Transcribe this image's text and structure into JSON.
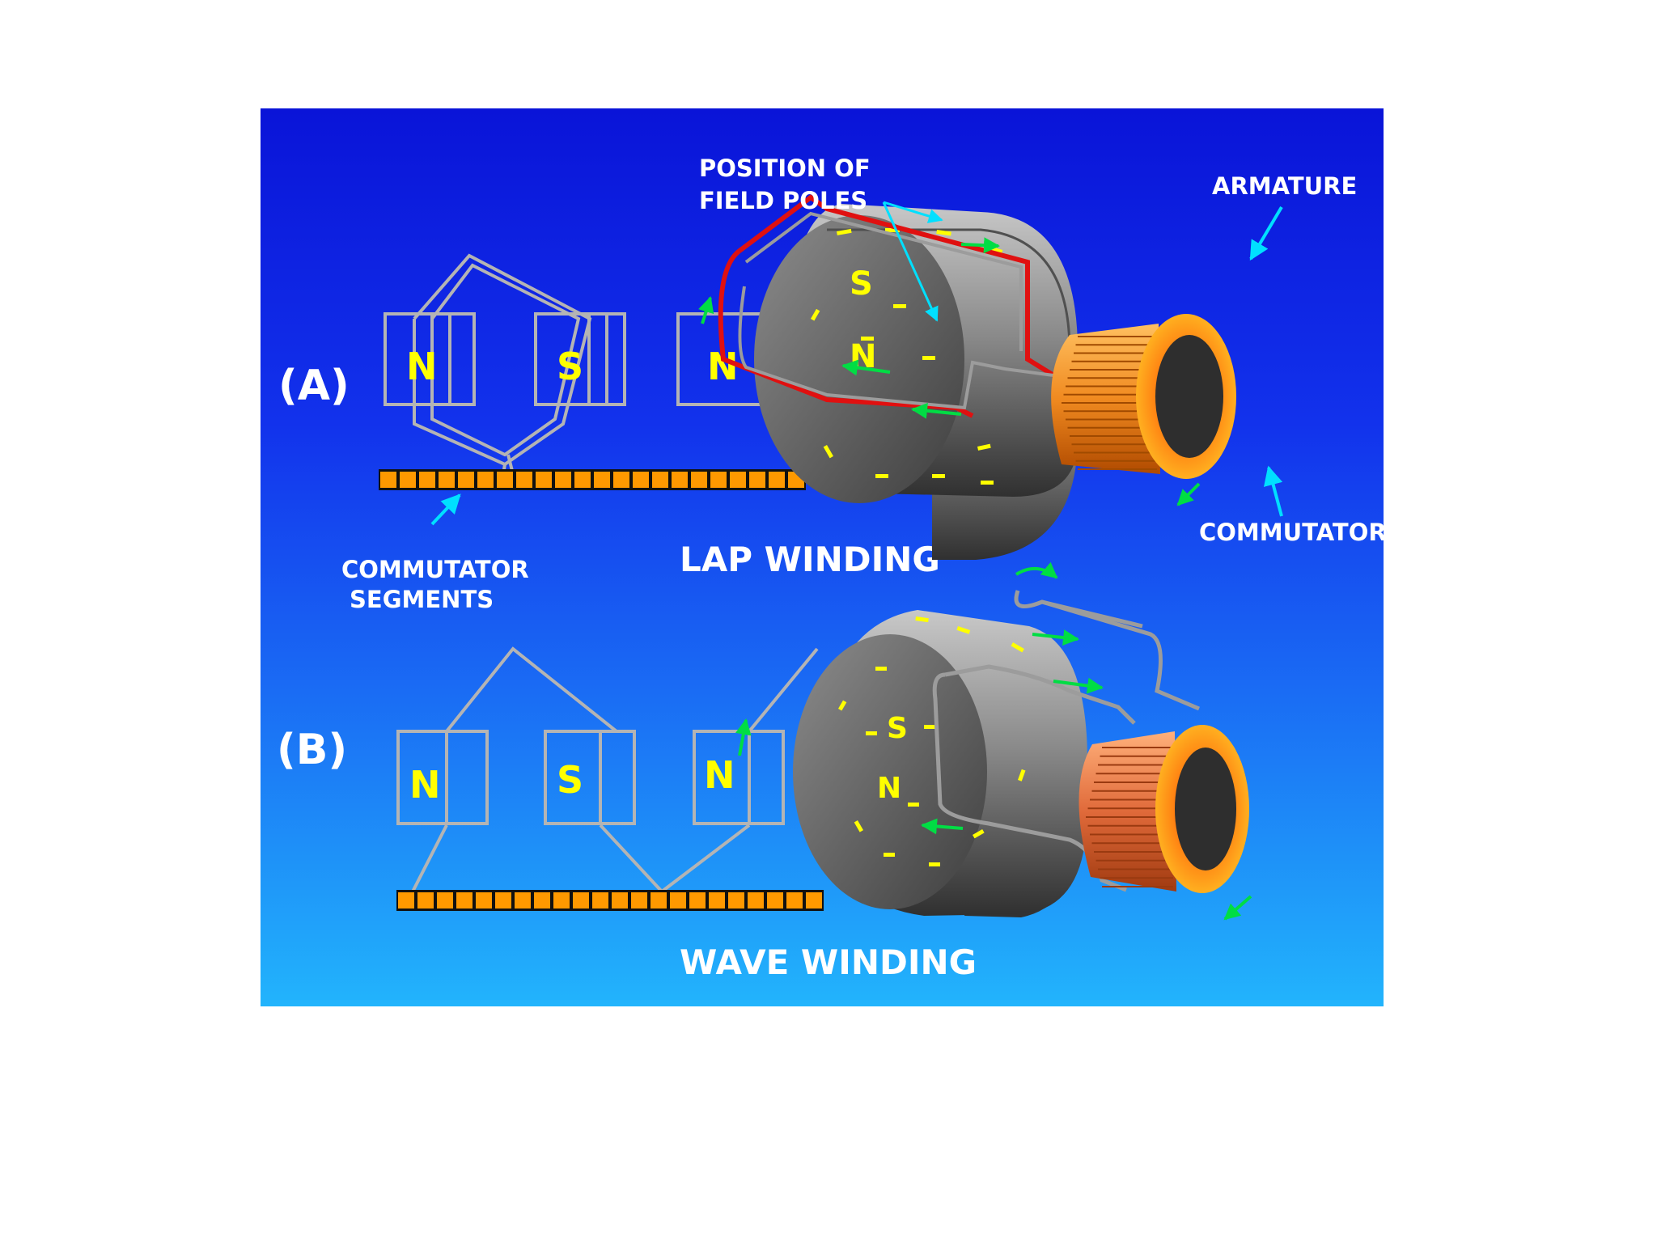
{
  "diagram_a": {
    "tag": "(A)",
    "poles": [
      "N",
      "S",
      "N"
    ],
    "commutator_label_line1": "COMMUTATOR",
    "commutator_label_line2": "SEGMENTS",
    "caption": "LAP WINDING",
    "callout_field_poles_line1": "POSITION OF",
    "callout_field_poles_line2": "FIELD POLES",
    "callout_armature": "ARMATURE",
    "callout_commutator": "COMMUTATOR",
    "armature_poles": [
      "S",
      "N"
    ]
  },
  "diagram_b": {
    "tag": "(B)",
    "poles": [
      "N",
      "S",
      "N"
    ],
    "caption": "WAVE WINDING",
    "armature_poles": [
      "S",
      "N"
    ]
  },
  "colors": {
    "panel_top": "#0a14d8",
    "panel_bottom": "#22b4fc",
    "pole_letter": "#ffff00",
    "winding_outline": "#b4b4b4",
    "commutator": "#ff9900",
    "lap_coil": "#e01010",
    "arrow_cyan": "#00e0ff",
    "arrow_green": "#00dd44"
  }
}
